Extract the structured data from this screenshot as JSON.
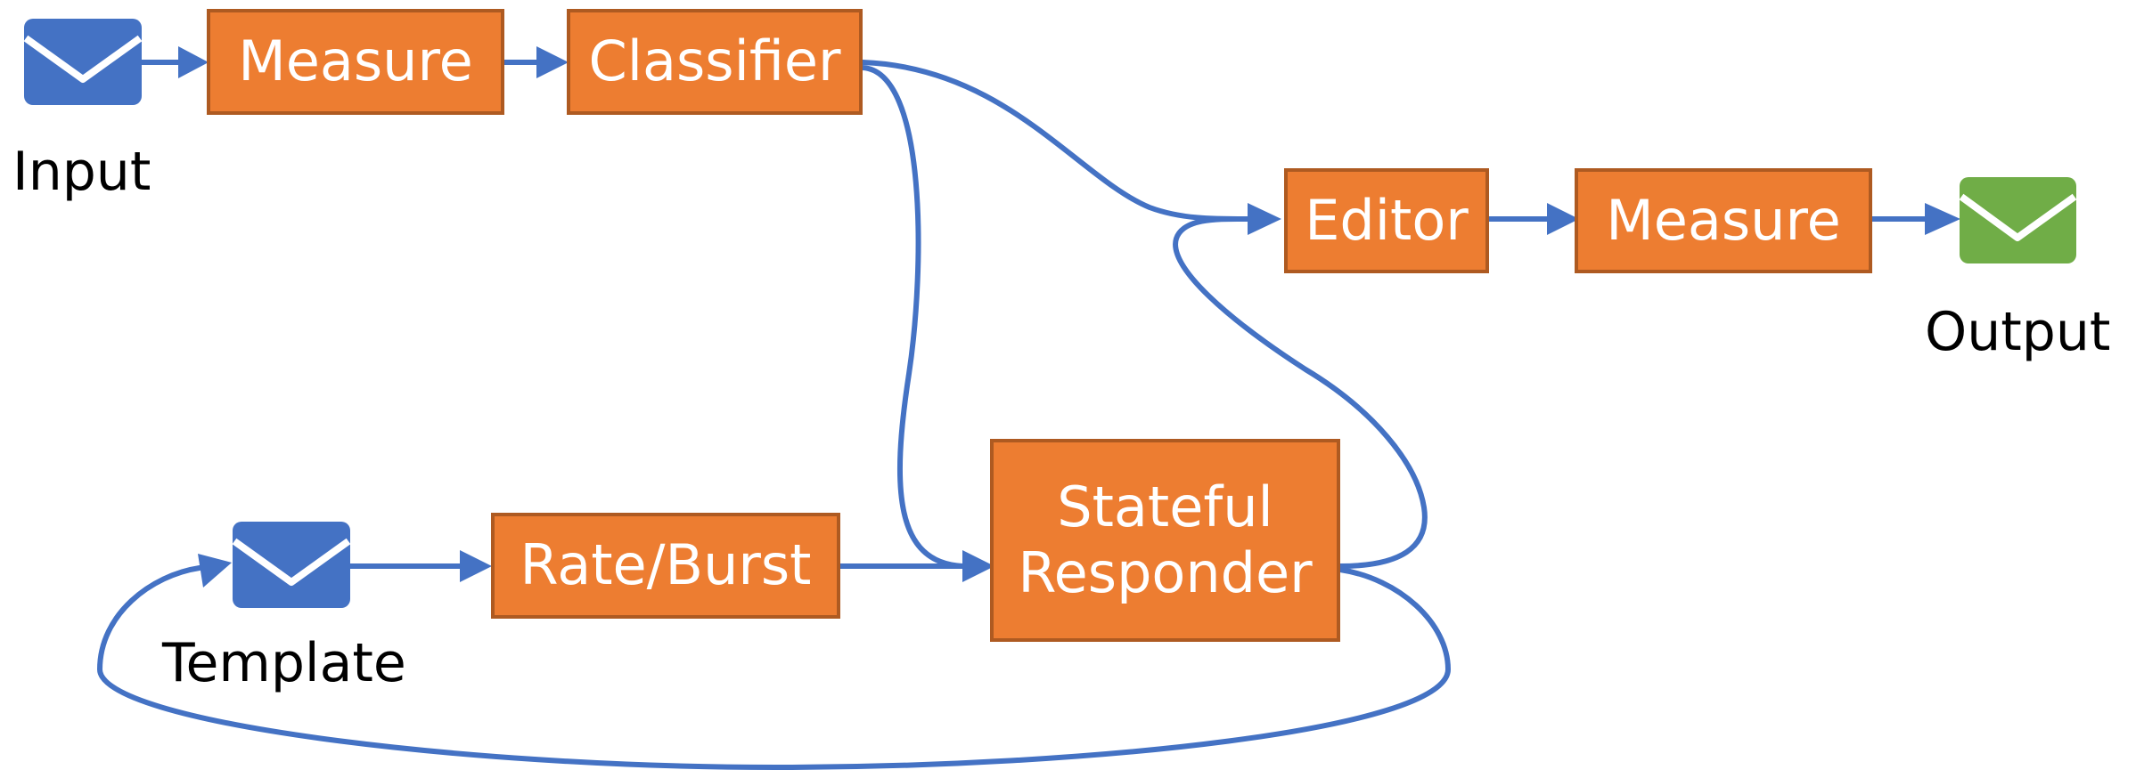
{
  "colors": {
    "box_fill": "#ED7D31",
    "box_border": "#AE5A21",
    "connector": "#4472C4",
    "input_icon": "#4472C4",
    "template_icon": "#4472C4",
    "output_icon": "#70AD47",
    "box_text": "#FFFFFF",
    "label_text": "#000000"
  },
  "icons": {
    "input": "envelope-icon",
    "template": "envelope-icon",
    "output": "envelope-icon"
  },
  "labels": {
    "input": "Input",
    "template": "Template",
    "output": "Output"
  },
  "boxes": {
    "measure_in": "Measure",
    "classifier": "Classifier",
    "editor": "Editor",
    "measure_out": "Measure",
    "rate_burst": "Rate/Burst",
    "stateful_line1": "Stateful",
    "stateful_line2": "Responder"
  },
  "connections": [
    {
      "from": "Input",
      "to": "Measure"
    },
    {
      "from": "Measure",
      "to": "Classifier"
    },
    {
      "from": "Classifier",
      "to": "Editor"
    },
    {
      "from": "Classifier",
      "to": "Stateful Responder"
    },
    {
      "from": "Editor",
      "to": "Measure"
    },
    {
      "from": "Measure",
      "to": "Output"
    },
    {
      "from": "Template",
      "to": "Rate/Burst"
    },
    {
      "from": "Rate/Burst",
      "to": "Stateful Responder"
    },
    {
      "from": "Stateful Responder",
      "to": "Editor"
    },
    {
      "from": "Stateful Responder",
      "to": "Template"
    }
  ]
}
